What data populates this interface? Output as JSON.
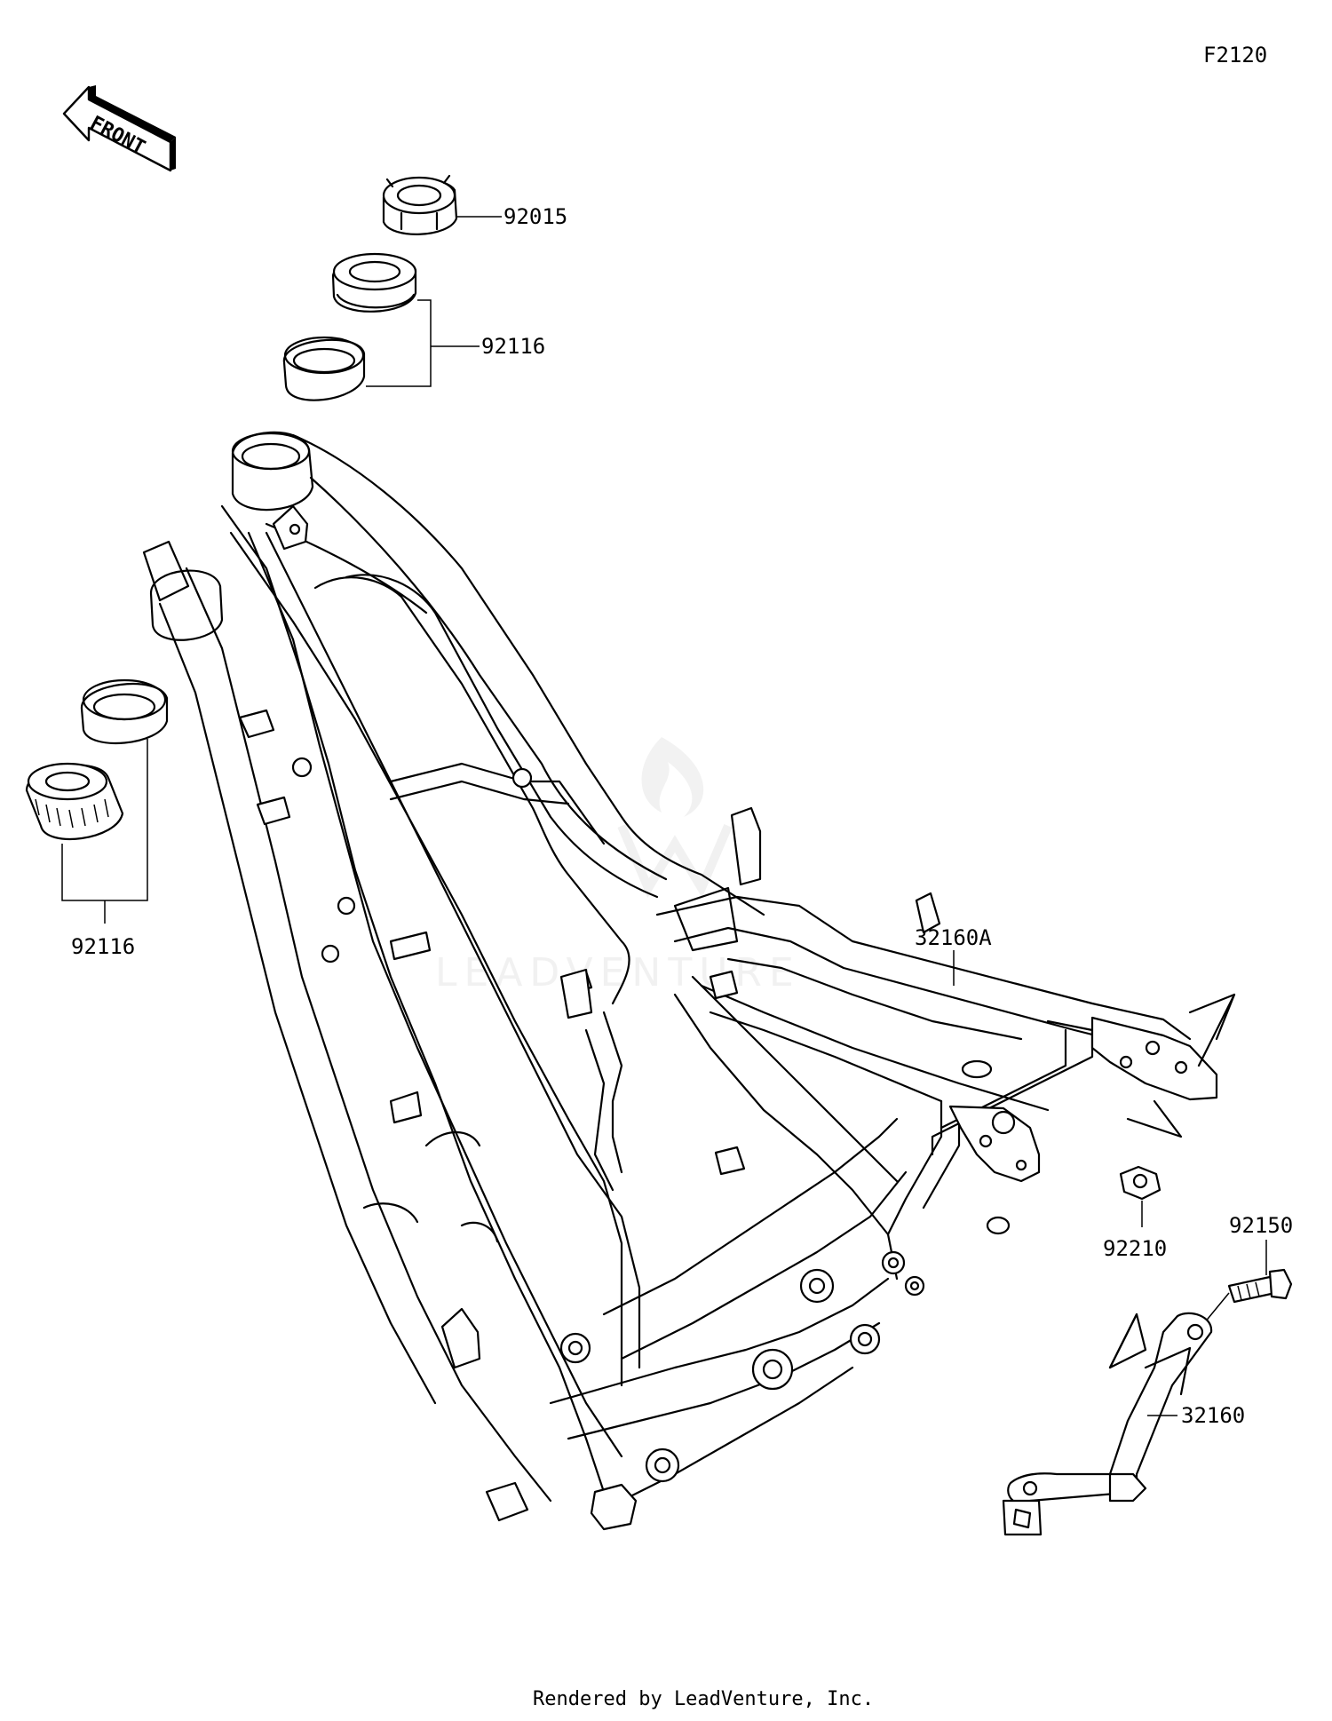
{
  "diagram_code": "F2120",
  "front_arrow_label": "FRONT",
  "callouts": {
    "steering_nut": "92015",
    "upper_bearing": "92116",
    "lower_bearing": "92116",
    "subframe": "32160A",
    "nut": "92210",
    "bolt": "92150",
    "bracket": "32160"
  },
  "watermark": "LEADVENTURE",
  "footer": "Rendered by LeadVenture, Inc.",
  "colors": {
    "line": "#000000",
    "background": "#ffffff",
    "watermark": "#ececec"
  }
}
